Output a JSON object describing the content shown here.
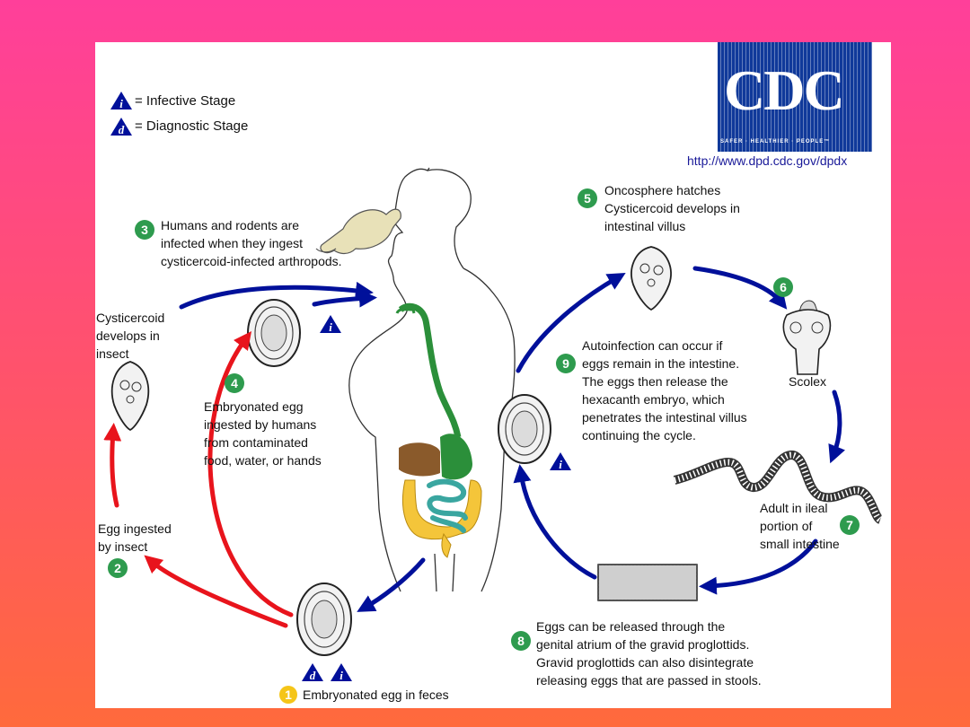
{
  "legend": {
    "infective_symbol": "i",
    "infective_label": "= Infective Stage",
    "diagnostic_symbol": "d",
    "diagnostic_label": "= Diagnostic Stage"
  },
  "logo": {
    "letters": "CDC",
    "tagline": "SAFER · HEALTHIER · PEOPLE™"
  },
  "url": "http://www.dpd.cdc.gov/dpdx",
  "steps": [
    {
      "number": "1",
      "lines": [
        "Embryonated egg in feces"
      ]
    },
    {
      "number": "2",
      "lines": [
        "Egg ingested",
        "by insect"
      ]
    },
    {
      "number": "3",
      "lines": [
        "Humans and rodents are",
        "infected when they ingest",
        "cysticercoid-infected arthropods."
      ]
    },
    {
      "number": "4",
      "lines": [
        "Embryonated egg",
        "ingested by humans",
        "from contaminated",
        "food, water, or hands"
      ]
    },
    {
      "number": "5",
      "lines": [
        "Oncosphere hatches",
        "Cysticercoid develops in",
        "intestinal villus"
      ]
    },
    {
      "number": "6",
      "lines": [
        "Scolex"
      ]
    },
    {
      "number": "7",
      "lines": [
        "Adult in ileal",
        "portion of",
        "small intestine"
      ]
    },
    {
      "number": "8",
      "lines": [
        "Eggs can be released through the",
        "genital atrium of the gravid proglottids.",
        "Gravid proglottids can also disintegrate",
        "releasing eggs that are passed in stools."
      ]
    },
    {
      "number": "9",
      "lines": [
        "Autoinfection can occur if",
        "eggs remain in the intestine.",
        "The eggs then release the",
        "hexacanth embryo, which",
        "penetrates the intestinal villus",
        "continuing the cycle."
      ]
    }
  ],
  "cysticercoid_label": [
    "Cysticercoid",
    "develops in",
    "insect"
  ],
  "colors": {
    "human_cycle_arrow": "#00109a",
    "insect_cycle_arrow": "#e8141c",
    "step_marker": "#2e9b4e",
    "step_one_marker": "#f5c518",
    "stage_triangle": "#00109a",
    "logo_blue": "#10399a",
    "digestive_green": "#2b8f3a",
    "digestive_yellow": "#f4c53a",
    "digestive_teal": "#3aa6a0",
    "liver_brown": "#8a5a2b",
    "rodent": "#e8e1b8"
  }
}
